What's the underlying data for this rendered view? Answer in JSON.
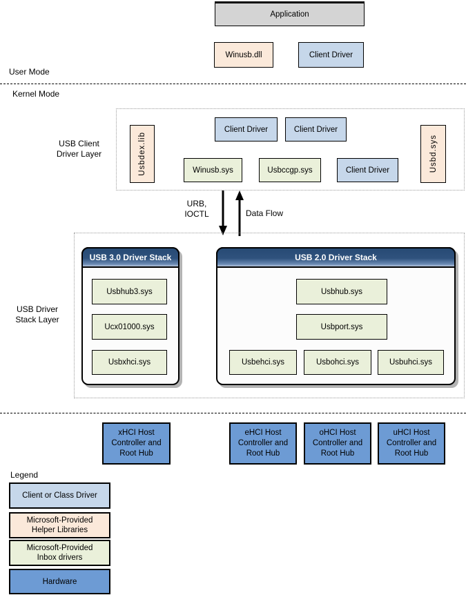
{
  "application": {
    "label": "Application"
  },
  "user_mode_row": {
    "winusb_dll": "Winusb.dll",
    "client_driver": "Client Driver"
  },
  "modes": {
    "user": "User Mode",
    "kernel": "Kernel Mode"
  },
  "client_layer": {
    "label_lines": [
      "USB Client",
      "Driver Layer"
    ],
    "usbdex_lib": "Usbdex.lib",
    "usbd_sys": "Usbd.sys",
    "client_driver_1": "Client Driver",
    "client_driver_2": "Client Driver",
    "winusb_sys": "Winusb.sys",
    "usbccgp_sys": "Usbccgp.sys",
    "client_driver_3": "Client Driver"
  },
  "arrows": {
    "down_label_lines": [
      "URB,",
      "IOCTL"
    ],
    "up_label": "Data Flow"
  },
  "stack_layer": {
    "label_lines": [
      "USB Driver",
      "Stack Layer"
    ],
    "usb3": {
      "title": "USB 3.0 Driver Stack",
      "items": [
        "Usbhub3.sys",
        "Ucx01000.sys",
        "Usbxhci.sys"
      ]
    },
    "usb2": {
      "title": "USB 2.0 Driver Stack",
      "items": [
        "Usbhub.sys",
        "Usbport.sys",
        "Usbehci.sys",
        "Usbohci.sys",
        "Usbuhci.sys"
      ]
    }
  },
  "hardware": {
    "items": [
      "xHCI Host Controller and Root Hub",
      "eHCI Host Controller and Root Hub",
      "oHCI Host Controller and Root Hub",
      "uHCI Host Controller and Root Hub"
    ]
  },
  "legend": {
    "title": "Legend",
    "items": [
      {
        "label": "Client or Class Driver",
        "type": "client"
      },
      {
        "label": "Microsoft-Provided Helper Libraries",
        "type": "helper"
      },
      {
        "label": "Microsoft-Provided Inbox drivers",
        "type": "inbox"
      },
      {
        "label": "Hardware",
        "type": "hardware"
      }
    ]
  },
  "colors": {
    "client_or_class_driver": "#c6d7ea",
    "helper_library": "#fbe9da",
    "inbox_driver": "#eaf0da",
    "hardware": "#6d9bd4",
    "application": "#d4d4d4",
    "stack_header_dark": "#274a74",
    "stack_header_light": "#b9c8dd"
  }
}
